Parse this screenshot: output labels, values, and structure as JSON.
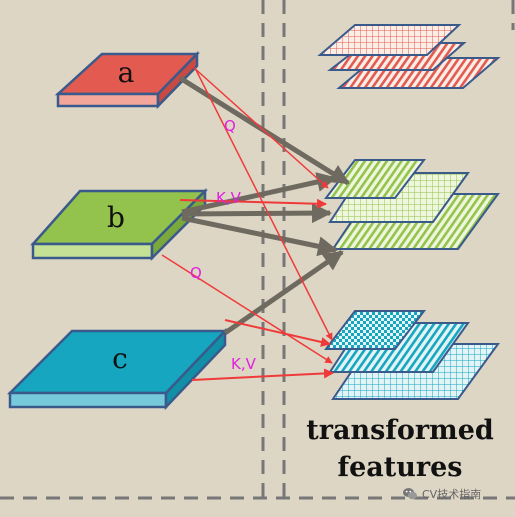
{
  "inputs": [
    {
      "label": "a",
      "top": "#e25a50",
      "side": "#f4a69a",
      "outline": "#3b5a8c"
    },
    {
      "label": "b",
      "top": "#93c34c",
      "side": "#c4e195",
      "outline": "#3b5a8c"
    },
    {
      "label": "c",
      "top": "#16a6bf",
      "side": "#76cadb",
      "outline": "#3b5a8c"
    }
  ],
  "edge_labels": [
    "Q",
    "K,V",
    "Q",
    "K,V"
  ],
  "caption": {
    "line1": "transformed",
    "line2": "features"
  },
  "stacks": [
    {
      "name": "red-stack",
      "color": "#e25a50"
    },
    {
      "name": "green-stack",
      "color": "#93c34c"
    },
    {
      "name": "teal-stack",
      "color": "#16a6bf"
    }
  ],
  "colors": {
    "background": "#ddd6c4",
    "gray_arrow": "#6e6a60",
    "red_arrow": "#f03a3a",
    "divider": "#777777"
  },
  "watermark": {
    "text": "CV技术指南",
    "icon": "wechat-icon"
  }
}
